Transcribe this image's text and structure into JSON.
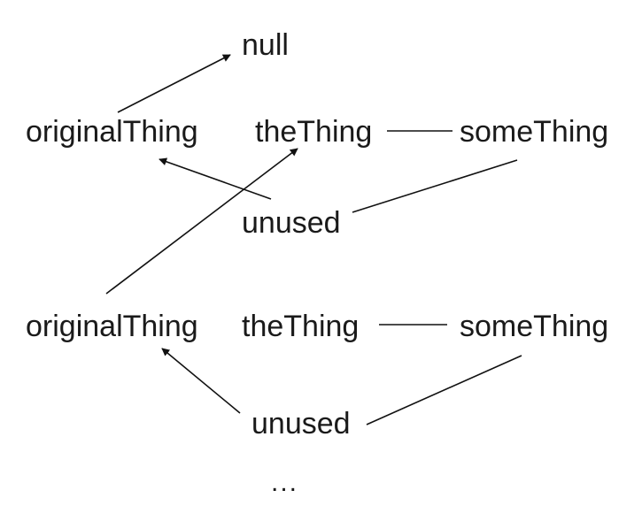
{
  "diagram": {
    "nodes": {
      "null": "null",
      "original_thing_1": "originalThing",
      "the_thing_1": "theThing",
      "some_thing_1": "someThing",
      "unused_1": "unused",
      "original_thing_2": "originalThing",
      "the_thing_2": "theThing",
      "some_thing_2": "someThing",
      "unused_2": "unused",
      "ellipsis": "..."
    },
    "edges": [
      {
        "from": "original_thing_1",
        "to": "null",
        "directed": true
      },
      {
        "from": "the_thing_1",
        "to": "some_thing_1",
        "directed": false
      },
      {
        "from": "unused_1",
        "to": "original_thing_1",
        "directed": true
      },
      {
        "from": "unused_1",
        "to": "some_thing_1",
        "directed": false
      },
      {
        "from": "original_thing_2",
        "to": "the_thing_1",
        "directed": true
      },
      {
        "from": "the_thing_2",
        "to": "some_thing_2",
        "directed": false
      },
      {
        "from": "unused_2",
        "to": "original_thing_2",
        "directed": true
      },
      {
        "from": "unused_2",
        "to": "some_thing_2",
        "directed": false
      }
    ],
    "colors": {
      "text": "#1a1a1a",
      "line": "#111111",
      "background": "#ffffff"
    }
  }
}
